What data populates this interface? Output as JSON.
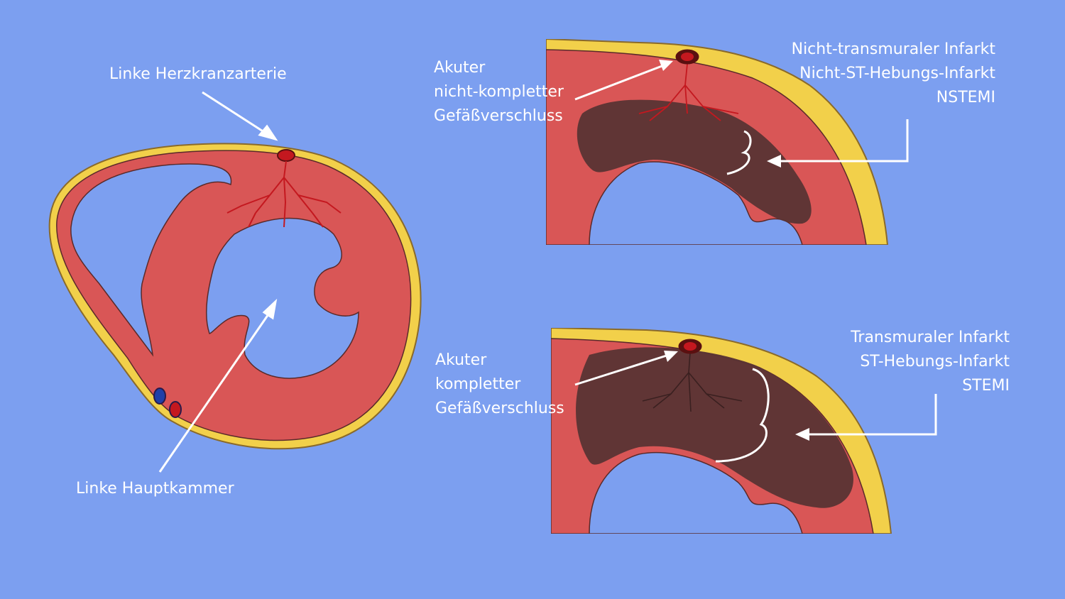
{
  "colors": {
    "background": "#7c9ff0",
    "myocardium": "#d95656",
    "fat": "#f2d04a",
    "infarct": "#5a3434",
    "vessel": "#c4181f",
    "vein": "#1f3fa8",
    "outline": "#8a6a2a",
    "text": "#ffffff"
  },
  "labels": {
    "coronary_artery": "Linke Herzkranzarterie",
    "left_ventricle": "Linke Hauptkammer",
    "partial_occlusion": [
      "Akuter",
      "nicht-kompletter",
      "Gefäßverschluss"
    ],
    "complete_occlusion": [
      "Akuter",
      "kompletter",
      "Gefäßverschluss"
    ],
    "nstemi": [
      "Nicht-transmuraler Infarkt",
      "Nicht-ST-Hebungs-Infarkt",
      "NSTEMI"
    ],
    "stemi": [
      "Transmuraler Infarkt",
      "ST-Hebungs-Infarkt",
      "STEMI"
    ]
  }
}
